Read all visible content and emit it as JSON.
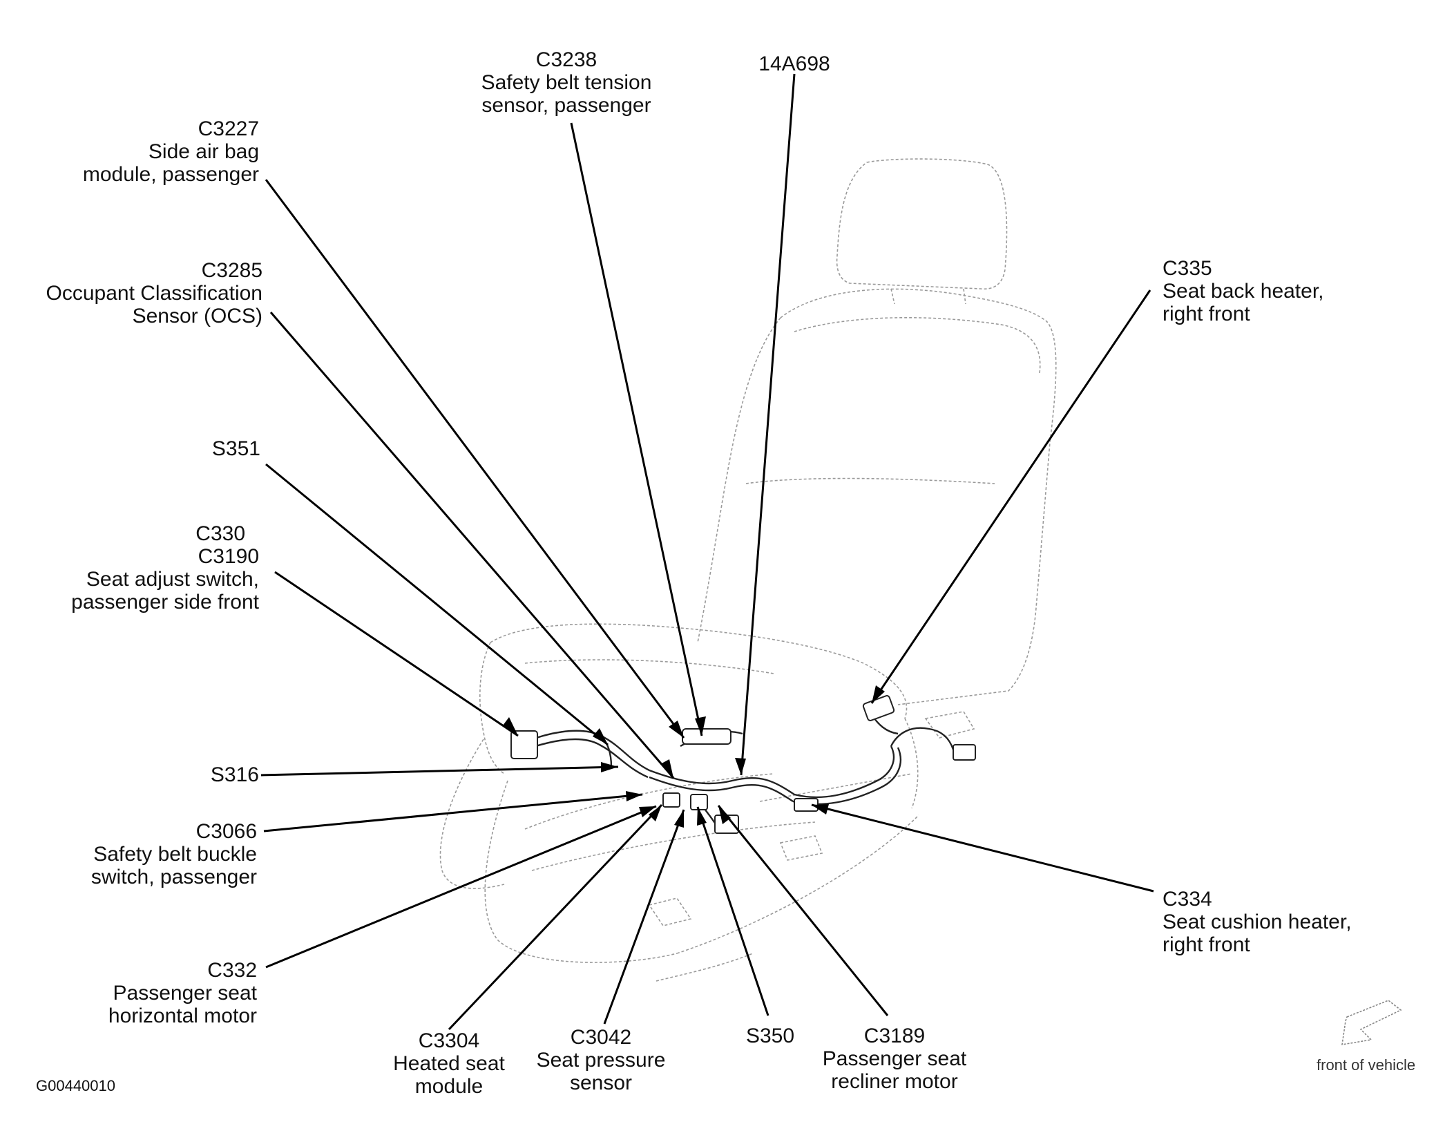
{
  "callouts": {
    "c3238": {
      "code": "C3238",
      "desc1": "Safety belt tension",
      "desc2": "sensor, passenger"
    },
    "a14a698": {
      "code": "14A698"
    },
    "c3227": {
      "code": "C3227",
      "desc1": "Side air bag",
      "desc2": "module, passenger"
    },
    "c3285": {
      "code": "C3285",
      "desc1": "Occupant Classification",
      "desc2": "Sensor (OCS)"
    },
    "c335": {
      "code": "C335",
      "desc1": "Seat back heater,",
      "desc2": "right front"
    },
    "s351": {
      "code": "S351"
    },
    "c330": {
      "code": "C330",
      "code2": "C3190",
      "desc1": "Seat adjust switch,",
      "desc2": "passenger side front"
    },
    "s316": {
      "code": "S316"
    },
    "c3066": {
      "code": "C3066",
      "desc1": "Safety belt buckle",
      "desc2": "switch, passenger"
    },
    "c334": {
      "code": "C334",
      "desc1": "Seat cushion heater,",
      "desc2": "right front"
    },
    "c332": {
      "code": "C332",
      "desc1": "Passenger seat",
      "desc2": "horizontal motor"
    },
    "c3304": {
      "code": "C3304",
      "desc1": "Heated seat",
      "desc2": "module"
    },
    "c3042": {
      "code": "C3042",
      "desc1": "Seat pressure",
      "desc2": "sensor"
    },
    "s350": {
      "code": "S350"
    },
    "c3189": {
      "code": "C3189",
      "desc1": "Passenger seat",
      "desc2": "recliner motor"
    }
  },
  "orientation_label": "front of vehicle",
  "figure_id": "G00440010"
}
